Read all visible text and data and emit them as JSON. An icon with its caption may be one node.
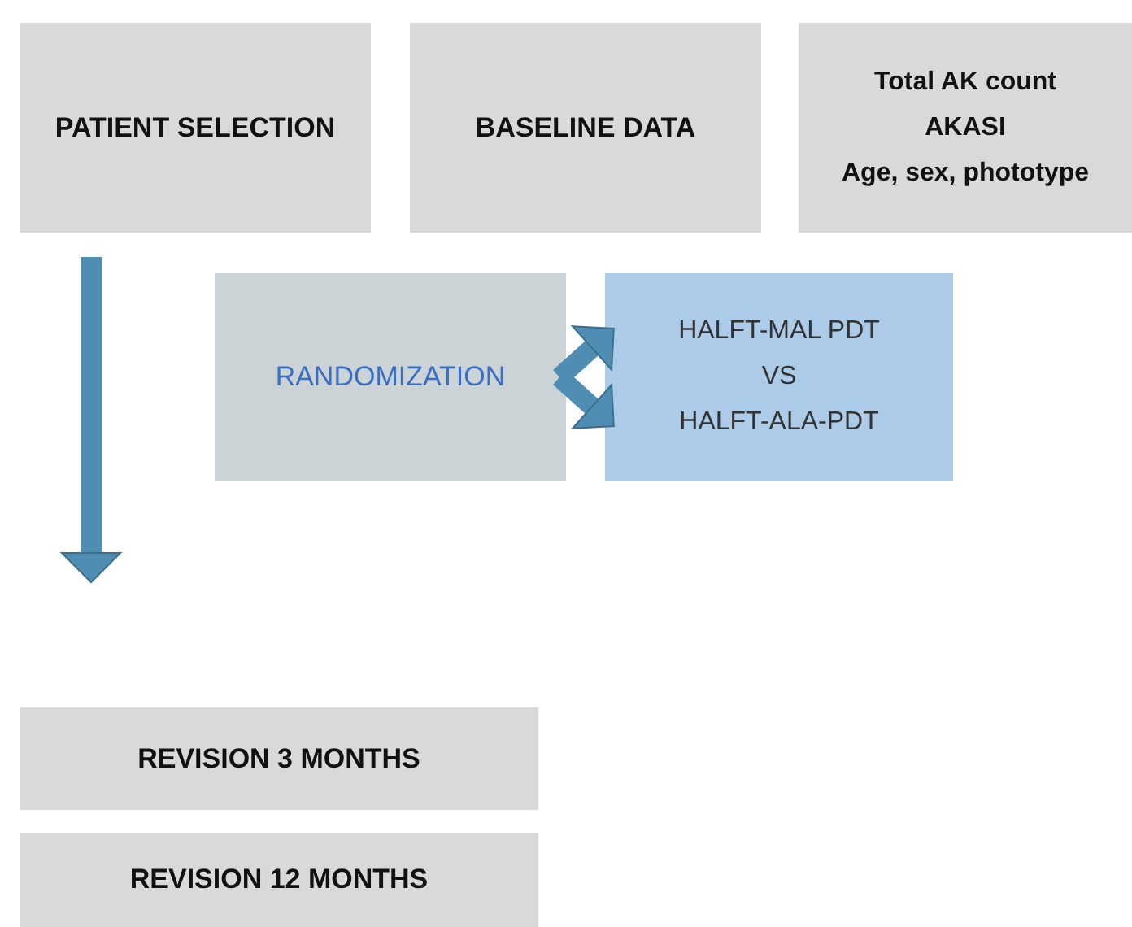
{
  "diagram": {
    "nodes": [
      {
        "text": [
          "PATIENT SELECTION"
        ]
      },
      {
        "text": [
          "BASELINE DATA"
        ]
      },
      {
        "text": [
          "Total AK count",
          "AKASI",
          "Age, sex, phototype"
        ]
      },
      {
        "text": [
          "RANDOMIZATION"
        ]
      },
      {
        "text": [
          "HALFT-MAL PDT",
          "VS",
          "HALFT-ALA-PDT"
        ]
      },
      {
        "text": [
          "REVISION 3 MONTHS"
        ]
      },
      {
        "text": [
          "REVISION 12 MONTHS"
        ]
      }
    ],
    "edges": [
      {
        "from": 0,
        "to": null,
        "arrow": "to"
      },
      {
        "from": 3,
        "to": 4,
        "arrow": "to"
      },
      {
        "from": 3,
        "to": 4,
        "arrow": "to"
      }
    ]
  }
}
